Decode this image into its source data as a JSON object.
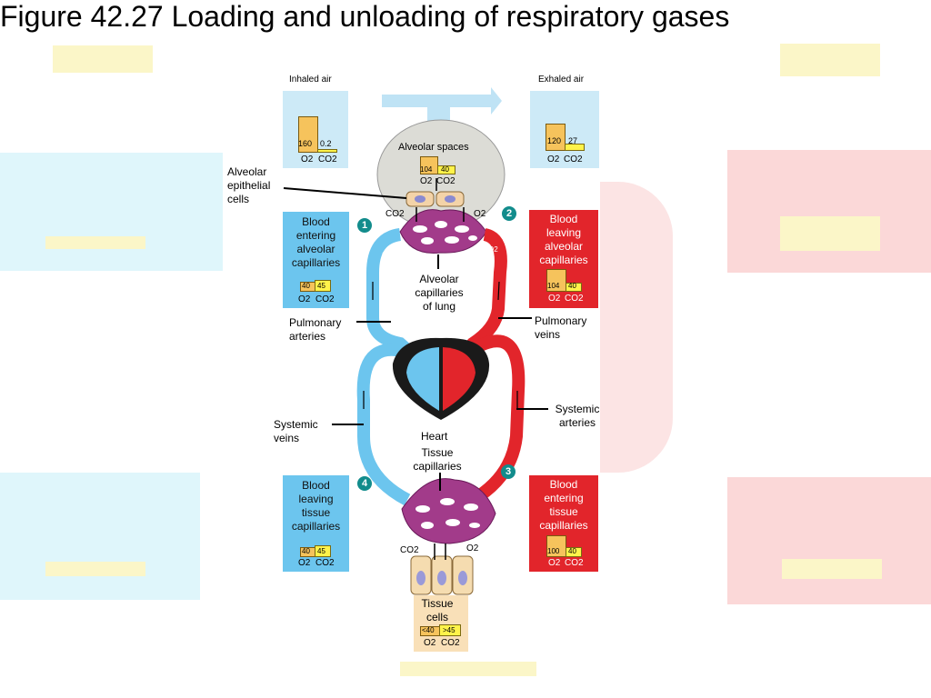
{
  "title": "Figure 42.27 Loading and unloading of respiratory gases",
  "colors": {
    "oxygenated": "#e2252b",
    "deoxygenated": "#6cc5ee",
    "o2_bar": "#f6c35c",
    "co2_bar": "#fff34a",
    "badge": "#128c8c"
  },
  "inhaled": {
    "label": "Inhaled air",
    "o2": "160",
    "co2": "0.2",
    "o2_lbl": "O2",
    "co2_lbl": "CO2"
  },
  "exhaled": {
    "label": "Exhaled air",
    "o2": "120",
    "co2": "27",
    "o2_lbl": "O2",
    "co2_lbl": "CO2"
  },
  "alveolar": {
    "label": "Alveolar spaces",
    "o2": "104",
    "co2": "40",
    "o2_lbl": "O2",
    "co2_lbl": "CO2"
  },
  "epithelial": {
    "label": "Alveolar epithelial cells"
  },
  "panel1": {
    "badge": "1",
    "label": "Blood entering alveolar capillaries",
    "o2": "40",
    "co2": "45",
    "o2_lbl": "O2",
    "co2_lbl": "CO2"
  },
  "panel2": {
    "badge": "2",
    "label": "Blood leaving alveolar capillaries",
    "o2": "104",
    "co2": "40",
    "o2_lbl": "O2",
    "co2_lbl": "CO2"
  },
  "panel3": {
    "badge": "3",
    "label": "Blood entering tissue capillaries",
    "o2": "100",
    "co2": "40",
    "o2_lbl": "O2",
    "co2_lbl": "CO2"
  },
  "panel4": {
    "badge": "4",
    "label": "Blood leaving tissue capillaries",
    "o2": "40",
    "co2": "45",
    "o2_lbl": "O2",
    "co2_lbl": "CO2"
  },
  "tissue": {
    "label": "Tissue cells",
    "o2": "<40",
    "co2": ">45",
    "o2_lbl": "O2",
    "co2_lbl": "CO2"
  },
  "labels": {
    "alveolar_capillaries": "Alveolar capillaries of lung",
    "pulmonary_arteries": "Pulmonary arteries",
    "pulmonary_veins": "Pulmonary veins",
    "systemic_veins": "Systemic veins",
    "systemic_arteries": "Systemic arteries",
    "heart": "Heart",
    "tissue_capillaries": "Tissue capillaries",
    "co2_lung": "CO2",
    "o2_lung": "O2",
    "co2_tissue": "CO2",
    "o2_tissue": "O2",
    "co2_vessel_top": "CO2",
    "o2_vessel_top": "O2",
    "co2_vessel_bottom": "CO2",
    "o2_vessel_bottom": "O2"
  }
}
